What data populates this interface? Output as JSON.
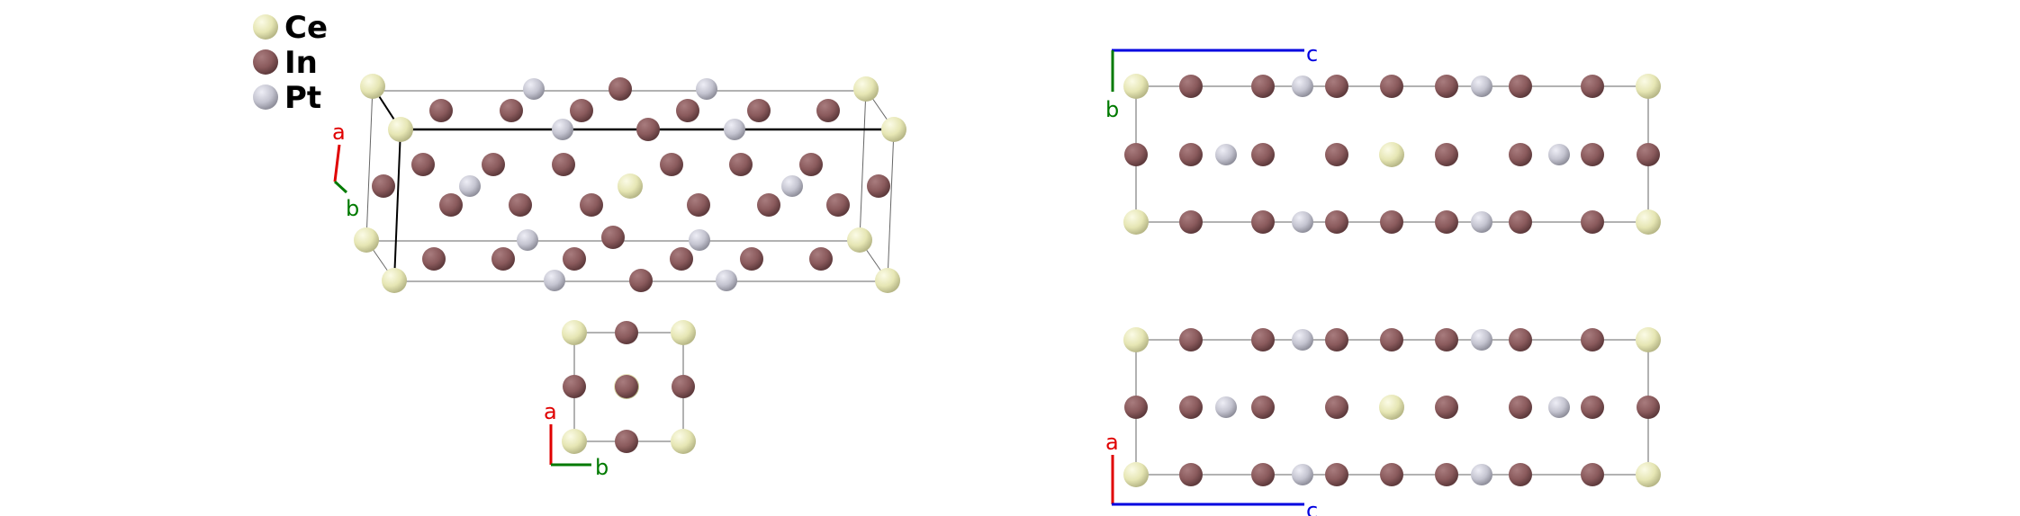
{
  "legend": [
    {
      "label": "Ce",
      "color": "#e8e8b8"
    },
    {
      "label": "In",
      "color": "#8a5a5c"
    },
    {
      "label": "Pt",
      "color": "#c4c4d0"
    }
  ],
  "axes": {
    "a": {
      "label": "a",
      "color": "#e00000"
    },
    "b": {
      "label": "b",
      "color": "#007a00"
    },
    "c": {
      "label": "c",
      "color": "#0000e0"
    }
  },
  "views": [
    {
      "name": "perspective-view",
      "axis_labels": [
        "a",
        "b"
      ]
    },
    {
      "name": "view-along-a",
      "axis_labels": [
        "b",
        "c"
      ]
    },
    {
      "name": "view-along-c",
      "axis_labels": [
        "a",
        "b"
      ]
    },
    {
      "name": "view-along-b",
      "axis_labels": [
        "a",
        "c"
      ]
    }
  ]
}
